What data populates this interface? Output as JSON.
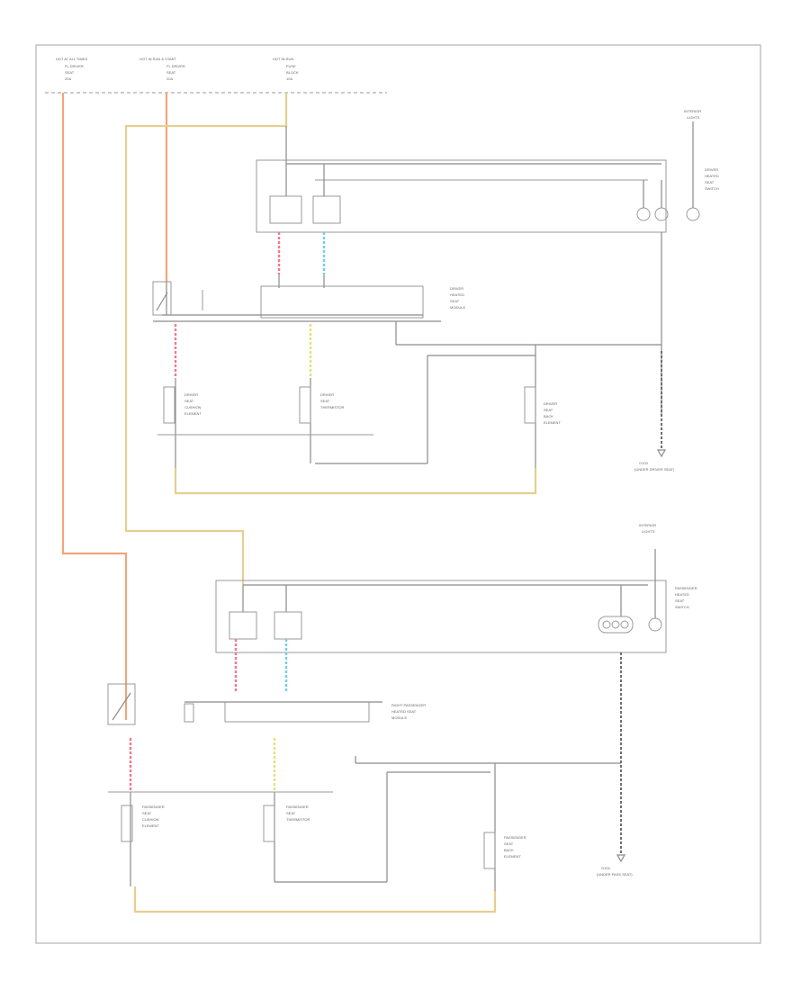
{
  "diagram": {
    "page_ref": "",
    "top_labels": [
      {
        "id": "hot-at-all-times",
        "lines": [
          "HOT AT ALL TIMES",
          "FL DRIVER",
          "SEAT",
          "20A"
        ]
      },
      {
        "id": "hot-run-start",
        "lines": [
          "HOT IN RUN & START",
          "FL DRIVER",
          "SEAT",
          "20A"
        ]
      },
      {
        "id": "hot-in-run",
        "lines": [
          "HOT IN RUN",
          "FUSE",
          "BLOCK",
          "10A"
        ]
      }
    ],
    "components": {
      "driver_heated_seat_switch": [
        "DRIVER",
        "HEATED",
        "SEAT",
        "SWITCH"
      ],
      "driver_heated_seat_module": [
        "DRIVER",
        "HEATED",
        "SEAT",
        "MODULE"
      ],
      "driver_seat_cushion_element": [
        "DRIVER",
        "SEAT",
        "CUSHION",
        "ELEMENT"
      ],
      "driver_seat_thermistor": [
        "DRIVER",
        "SEAT",
        "THERMISTOR"
      ],
      "driver_seatback_element": [
        "DRIVER",
        "SEAT",
        "BACK",
        "ELEMENT"
      ],
      "driver_ground": [
        "G103",
        "(UNDER DRIVER SEAT)"
      ],
      "passenger_heated_seat_switch": [
        "PASSENGER",
        "HEATED",
        "SEAT",
        "SWITCH"
      ],
      "passenger_heated_seat_module": [
        "RIGHT PASSENGER",
        "HEATED SEAT",
        "MODULE"
      ],
      "passenger_seat_cushion_element": [
        "PASSENGER",
        "SEAT",
        "CUSHION",
        "ELEMENT"
      ],
      "passenger_seat_thermistor": [
        "PASSENGER",
        "SEAT",
        "THERMISTOR"
      ],
      "passenger_seatback_element": [
        "PASSENGER",
        "SEAT",
        "BACK",
        "ELEMENT"
      ],
      "passenger_ground": [
        "G104",
        "(UNDER PASS SEAT)"
      ],
      "illumination_1": [
        "INTERIOR",
        "LIGHTS"
      ],
      "illumination_2": [
        "INTERIOR",
        "LIGHTS"
      ]
    }
  }
}
